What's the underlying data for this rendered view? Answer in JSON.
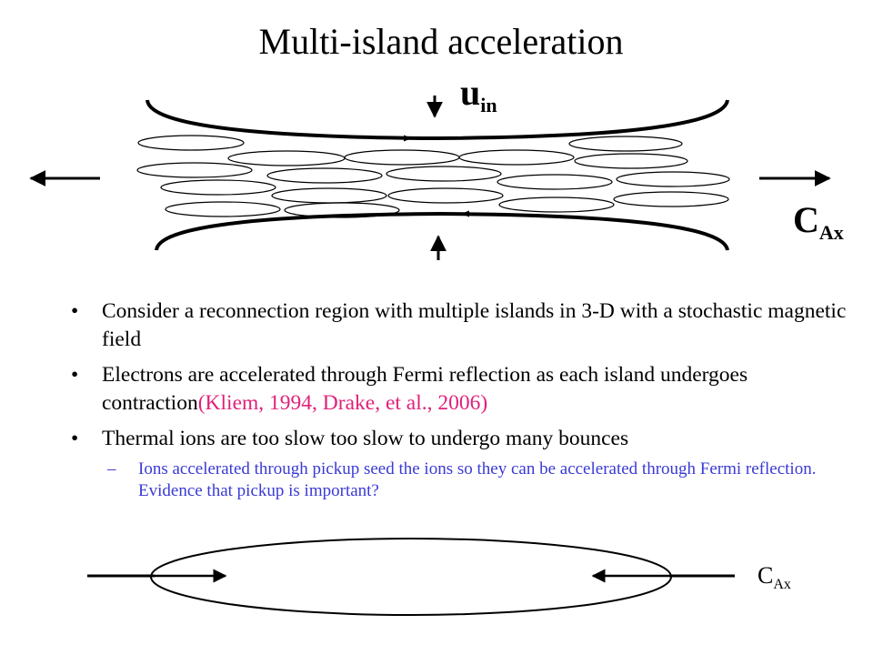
{
  "slide": {
    "title": "Multi-island acceleration",
    "symbols": {
      "u_base": "u",
      "u_sub": "in",
      "c_base": "C",
      "c_sub": "Ax"
    },
    "bullets": [
      {
        "text": "Consider a reconnection region with multiple islands in 3-D with a stochastic magnetic field"
      },
      {
        "text": "Electrons are accelerated through Fermi reflection as each island undergoes contraction",
        "citation": "(Kliem, 1994, Drake, et al., 2006)"
      },
      {
        "text": "Thermal ions are too slow too slow to undergo many bounces",
        "sub": {
          "dash": "–",
          "text": "Ions accelerated through pickup seed the ions so they can be accelerated through Fermi reflection. Evidence that pickup is important?"
        }
      }
    ],
    "colors": {
      "text": "#000000",
      "citation": "#e0217a",
      "sub_bullet": "#3a3ad6"
    }
  }
}
